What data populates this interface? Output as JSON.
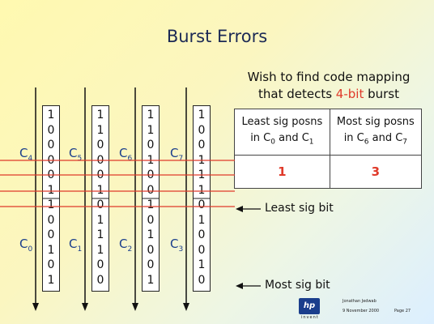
{
  "title": "Burst Errors",
  "wish": {
    "line1": "Wish to find code mapping",
    "line2_pre": "that detects ",
    "line2_hl": "4-bit",
    "line2_post": " burst"
  },
  "table": {
    "h1_line1": "Least sig posns",
    "h1_pre": "in C",
    "h1_sub1": "0",
    "h1_mid": " and C",
    "h1_sub2": "1",
    "h2_line1": "Most sig posns",
    "h2_pre": "in C",
    "h2_sub1": "6",
    "h2_mid": " and C",
    "h2_sub2": "7",
    "v1": "1",
    "v2": "3"
  },
  "labels": {
    "least": "Least sig bit",
    "most": "Most sig bit"
  },
  "columns": [
    {
      "top": "C",
      "top_sub": "4",
      "bottom": "C",
      "bottom_sub": "0",
      "bits": [
        "1",
        "0",
        "0",
        "0",
        "0",
        "1",
        "1",
        "0",
        "0",
        "1",
        "0",
        "1"
      ]
    },
    {
      "top": "C",
      "top_sub": "5",
      "bottom": "C",
      "bottom_sub": "1",
      "bits": [
        "1",
        "1",
        "0",
        "0",
        "0",
        "1",
        "0",
        "1",
        "1",
        "1",
        "0",
        "0"
      ]
    },
    {
      "top": "C",
      "top_sub": "6",
      "bottom": "C",
      "bottom_sub": "2",
      "bits": [
        "1",
        "1",
        "0",
        "1",
        "0",
        "0",
        "1",
        "0",
        "1",
        "0",
        "0",
        "1"
      ]
    },
    {
      "top": "C",
      "top_sub": "7",
      "bottom": "C",
      "bottom_sub": "3",
      "bits": [
        "1",
        "0",
        "0",
        "1",
        "1",
        "1",
        "0",
        "1",
        "0",
        "0",
        "1",
        "0"
      ]
    }
  ],
  "footer": {
    "author": "Jonathan Jedwab",
    "date": "9 November 2000",
    "page": "Page 27",
    "logo": "hp",
    "logo_sub": "invent"
  },
  "colors": {
    "accent": "#e03a2a",
    "label_blue": "#1a3e8c"
  }
}
